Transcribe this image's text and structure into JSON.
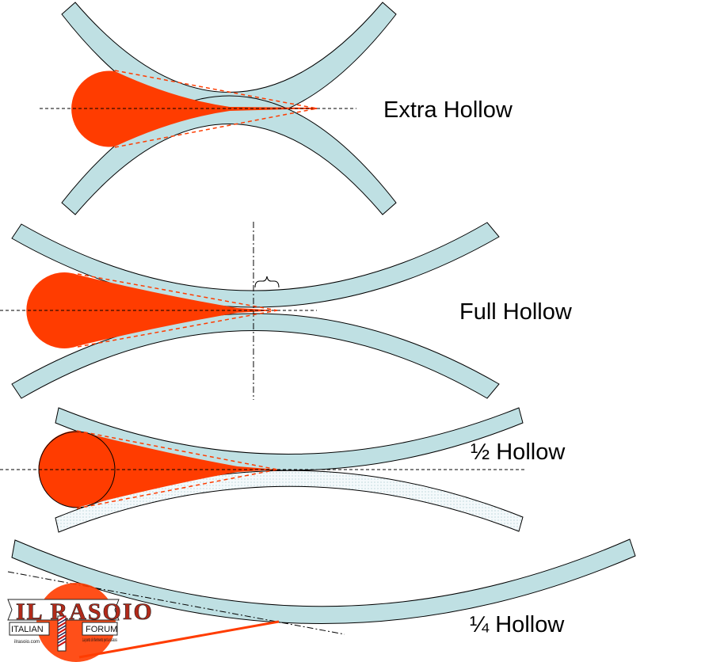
{
  "diagram": {
    "labels": {
      "extra_hollow": "Extra Hollow",
      "full_hollow": "Full Hollow",
      "half_hollow": "½ Hollow",
      "quarter_hollow": "¼ Hollow"
    },
    "colors": {
      "wheel": "#f2f2f2",
      "wheel_fill": "#bfe0e3",
      "blade": "#ff3c00",
      "guide_line": "#000000",
      "dashed_guide": "#ff3c00"
    }
  },
  "logo": {
    "title": "IL RASOIO",
    "left_word": "ITALIAN",
    "right_word": "FORUM",
    "url": "ilrasoio.com",
    "tagline": "La punto di riferimento per la rasatura"
  }
}
